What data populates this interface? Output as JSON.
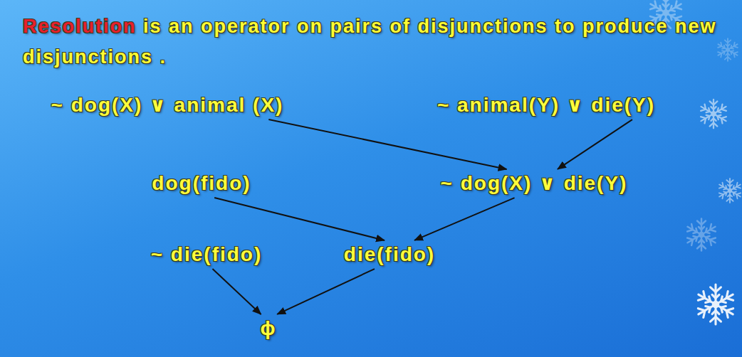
{
  "diagram": {
    "title": "Resolution",
    "nodes": [
      {
        "text": [
          "~ dog(X) ∨ animal (X)"
        ]
      },
      {
        "text": [
          "~ animal(Y) ∨ die(Y)"
        ]
      },
      {
        "text": [
          "dog(fido)"
        ]
      },
      {
        "text": [
          "~ dog(X) ∨ die(Y)"
        ]
      },
      {
        "text": [
          "~ die(fido)"
        ]
      },
      {
        "text": [
          "die(fido)"
        ]
      },
      {
        "text": [
          "ϕ"
        ]
      }
    ],
    "edges": [
      {
        "from": 0,
        "to": 3,
        "arrow": "to"
      },
      {
        "from": 1,
        "to": 3,
        "arrow": "to"
      },
      {
        "from": 2,
        "to": 5,
        "arrow": "to"
      },
      {
        "from": 3,
        "to": 5,
        "arrow": "to"
      },
      {
        "from": 4,
        "to": 6,
        "arrow": "to"
      },
      {
        "from": 5,
        "to": 6,
        "arrow": "to"
      }
    ],
    "labels": [
      "is an operator on pairs of disjunctions to produce new disjunctions ."
    ]
  }
}
